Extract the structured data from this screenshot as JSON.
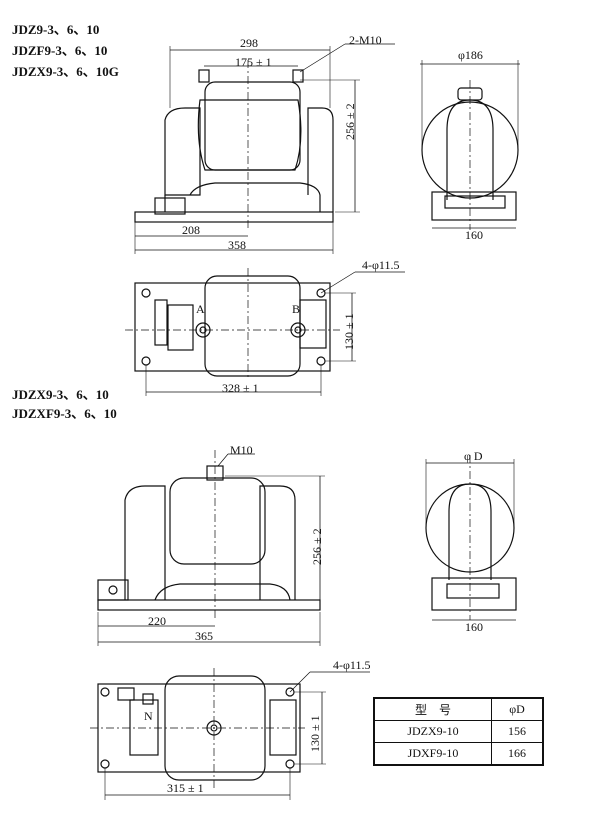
{
  "models_top": [
    "JDZ9-3、6、10",
    "JDZF9-3、6、10",
    "JDZX9-3、6、10G"
  ],
  "models_bottom": [
    "JDZX9-3、6、10",
    "JDZXF9-3、6、10"
  ],
  "top_front": {
    "bolt": "2-M10",
    "overall_w": "298",
    "bolt_spacing": "175 ± 1",
    "height": "256 ± 2",
    "base_offset": "208",
    "base_w": "358"
  },
  "top_side": {
    "dia": "φ186",
    "base_w": "160"
  },
  "top_plan": {
    "holes": "4-φ11.5",
    "hole_spacing_w": "328 ± 1",
    "hole_spacing_h": "130 ± 1",
    "terminal_a": "A",
    "terminal_b": "B"
  },
  "bottom_front": {
    "bolt": "M10",
    "height": "256 ± 2",
    "base_offset": "220",
    "base_w": "365"
  },
  "bottom_side": {
    "dia": "φ D",
    "base_w": "160"
  },
  "bottom_plan": {
    "holes": "4-φ11.5",
    "hole_spacing_w": "315 ± 1",
    "hole_spacing_h": "130 ± 1",
    "terminal_n": "N"
  },
  "spec_table": {
    "headers": [
      "型　号",
      "φD"
    ],
    "rows": [
      [
        "JDZX9-10",
        "156"
      ],
      [
        "JDXF9-10",
        "166"
      ]
    ]
  }
}
